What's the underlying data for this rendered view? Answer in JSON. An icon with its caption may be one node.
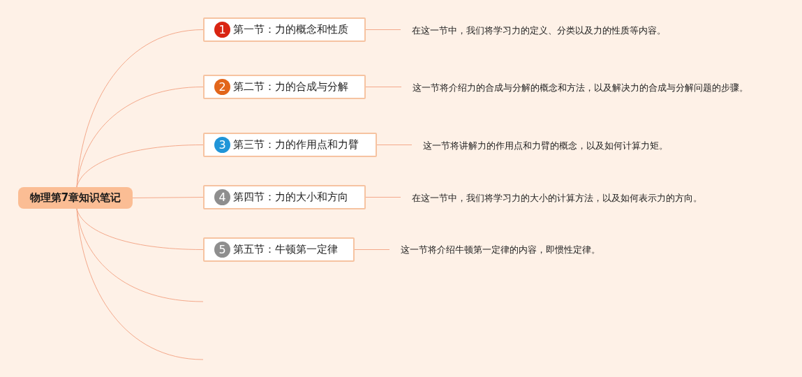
{
  "diagram": {
    "nodes": [
      {
        "text": [
          "物理第7章知识笔记"
        ]
      },
      {
        "text": [
          "1",
          "第一节：力的概念和性质"
        ]
      },
      {
        "text": [
          "在这一节中，我们将学习力的定义、分类以及力的性质等内容。"
        ]
      },
      {
        "text": [
          "2",
          "第二节：力的合成与分解"
        ]
      },
      {
        "text": [
          "这一节将介绍力的合成与分解的概念和方法，以及解决力的合成与分解问题的步骤。"
        ]
      },
      {
        "text": [
          "3",
          "第三节：力的作用点和力臂"
        ]
      },
      {
        "text": [
          "这一节将讲解力的作用点和力臂的概念，以及如何计算力矩。"
        ]
      },
      {
        "text": [
          "4",
          "第四节：力的大小和方向"
        ]
      },
      {
        "text": [
          "在这一节中，我们将学习力的大小的计算方法，以及如何表示力的方向。"
        ]
      },
      {
        "text": [
          "5",
          "第五节：牛顿第一定律"
        ]
      },
      {
        "text": [
          "这一节将介绍牛顿第一定律的内容，即惯性定律。"
        ]
      }
    ],
    "edges": [
      {
        "from": 0,
        "to": 1,
        "arrow": "none"
      },
      {
        "from": 1,
        "to": 2,
        "arrow": "none"
      },
      {
        "from": 0,
        "to": 3,
        "arrow": "none"
      },
      {
        "from": 3,
        "to": 4,
        "arrow": "none"
      },
      {
        "from": 0,
        "to": 5,
        "arrow": "none"
      },
      {
        "from": 5,
        "to": 6,
        "arrow": "none"
      },
      {
        "from": 0,
        "to": 7,
        "arrow": "none"
      },
      {
        "from": 7,
        "to": 8,
        "arrow": "none"
      },
      {
        "from": 0,
        "to": 9,
        "arrow": "none"
      },
      {
        "from": 9,
        "to": 10,
        "arrow": "none"
      },
      {
        "from": 0,
        "to": null,
        "arrow": "none"
      },
      {
        "from": 0,
        "to": null,
        "arrow": "none"
      }
    ]
  }
}
